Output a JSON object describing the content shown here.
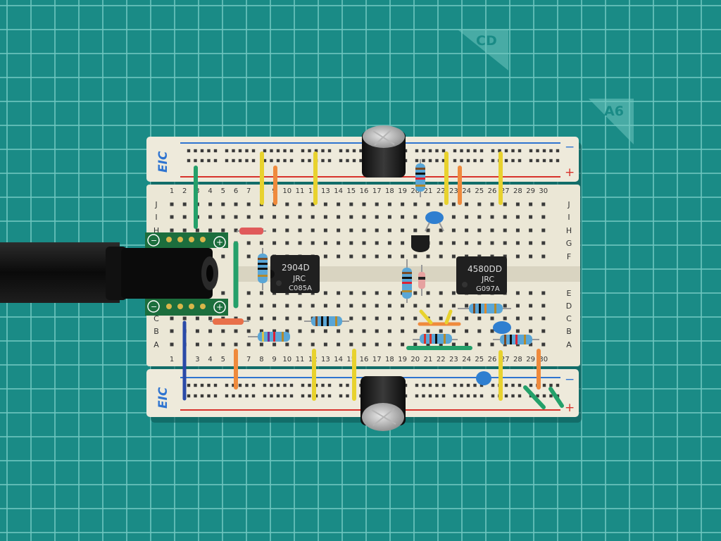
{
  "mat": {
    "corner_labels": [
      "CD",
      "A6"
    ],
    "background_color": "#1a8b86",
    "grid_color": "#6fc6c0"
  },
  "breadboard": {
    "brand_top": "EIC",
    "brand_bottom": "EIC",
    "rail_minus": "−",
    "rail_plus": "+",
    "column_numbers": [
      "1",
      "2",
      "3",
      "4",
      "5",
      "6",
      "7",
      "8",
      "9",
      "10",
      "11",
      "12",
      "13",
      "14",
      "15",
      "16",
      "17",
      "18",
      "19",
      "20",
      "21",
      "22",
      "23",
      "24",
      "25",
      "26",
      "27",
      "28",
      "29",
      "30"
    ],
    "row_letters_top": [
      "J",
      "I",
      "H",
      "G",
      "F"
    ],
    "row_letters_bottom": [
      "E",
      "D",
      "C",
      "B",
      "A"
    ]
  },
  "chips": [
    {
      "part": "2904D",
      "maker": "JRC",
      "code": "C085A"
    },
    {
      "part": "4580DD",
      "maker": "JRC",
      "code": "G097A"
    }
  ],
  "colors": {
    "board": "#eeeadb",
    "rail_blue": "#2f74d0",
    "rail_red": "#d8322b",
    "chip": "#202020",
    "jack": "#151515"
  }
}
